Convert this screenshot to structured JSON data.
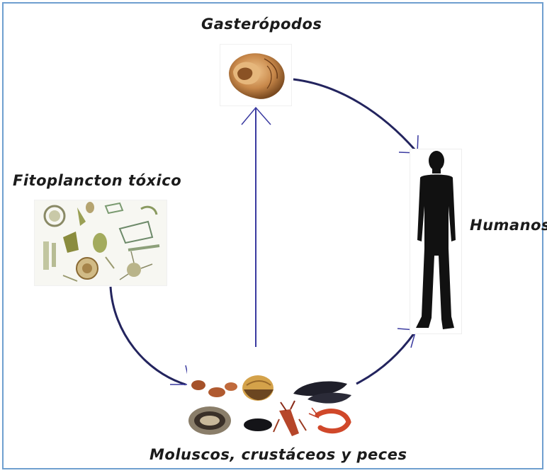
{
  "diagram": {
    "nodes": {
      "gasteropodos": {
        "label": "Gasterópodos",
        "icon": "sea-snail-shell-image"
      },
      "fitoplancton": {
        "label": "Fitoplancton tóxico",
        "icon": "phytoplankton-microscopy-image"
      },
      "humanos": {
        "label": "Humanos",
        "icon": "human-silhouette-image"
      },
      "moluscos": {
        "label": "Moluscos, crustáceos y peces",
        "icon": "shellfish-crustaceans-image"
      }
    },
    "edges": [
      {
        "from": "fitoplancton",
        "to": "moluscos"
      },
      {
        "from": "moluscos",
        "to": "gasteropodos"
      },
      {
        "from": "gasteropodos",
        "to": "humanos"
      },
      {
        "from": "moluscos",
        "to": "humanos"
      }
    ],
    "colors": {
      "frame": "#6f9fcf",
      "arrow": "#23245e",
      "arrow_thin": "#3a3aa0"
    }
  }
}
